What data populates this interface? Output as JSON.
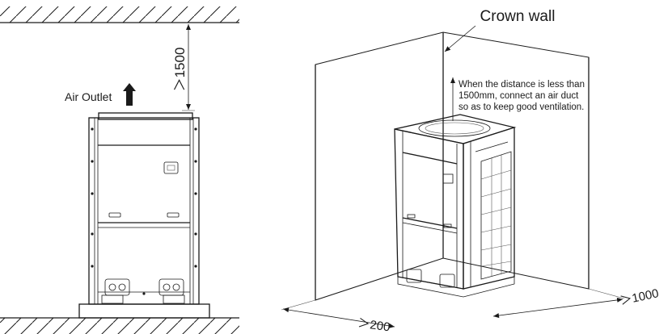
{
  "left_diagram": {
    "air_outlet_label": "Air Outlet",
    "clearance_top": "＞1500"
  },
  "right_diagram": {
    "crown_wall_label": "Crown wall",
    "note_lines": [
      "When the distance is less than",
      "1500mm, connect an air duct",
      "so as to keep good ventilation."
    ],
    "clearance_front": "＞200",
    "clearance_side": "＞1000"
  }
}
